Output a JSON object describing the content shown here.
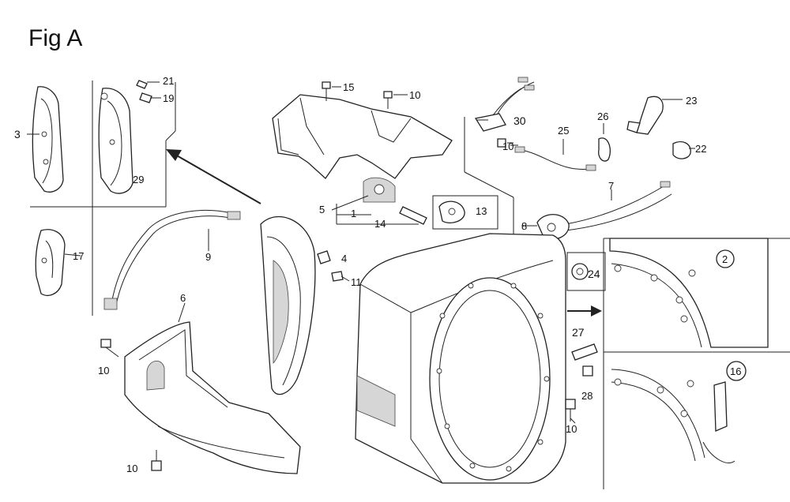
{
  "figure": {
    "title": "Fig A",
    "labels": {
      "l3": "3",
      "l21": "21",
      "l19": "19",
      "l29": "29",
      "l17": "17",
      "l15": "15",
      "l10a": "10",
      "l30": "30",
      "l10b": "10",
      "l25": "25",
      "l26": "26",
      "l23": "23",
      "l22": "22",
      "l7": "7",
      "l5": "5",
      "l1": "1",
      "l14": "14",
      "l13": "13",
      "l8": "8",
      "l9": "9",
      "l4": "4",
      "l11": "11",
      "l6": "6",
      "l10c": "10",
      "l10d": "10",
      "l24": "24",
      "l27": "27",
      "l28": "28",
      "l10e": "10",
      "c2": "2",
      "c16": "16"
    }
  }
}
